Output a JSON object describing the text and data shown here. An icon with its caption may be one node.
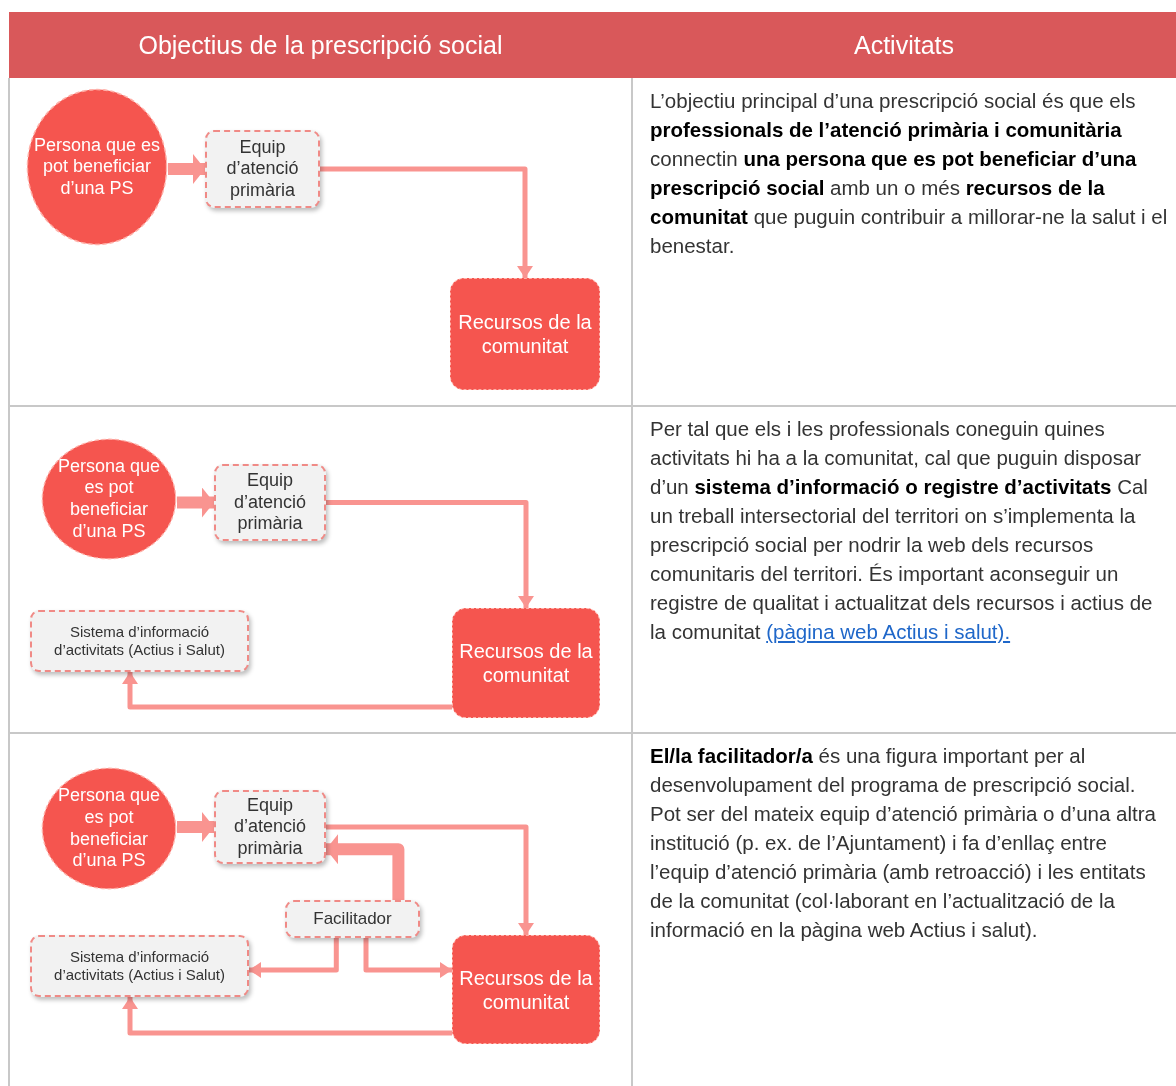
{
  "diagram": {
    "nodes": [
      {
        "text": [
          "Persona que es pot beneficiar d’una PS"
        ]
      },
      {
        "text": [
          "Equip d’atenció primària"
        ]
      },
      {
        "text": [
          "Recursos de la comunitat"
        ]
      },
      {
        "text": [
          "Persona que es pot beneficiar d’una PS"
        ]
      },
      {
        "text": [
          "Equip d’atenció primària"
        ]
      },
      {
        "text": [
          "Sistema d’informació d’activitats (Actius i Salut)"
        ]
      },
      {
        "text": [
          "Recursos de la comunitat"
        ]
      },
      {
        "text": [
          "Persona que es pot beneficiar d’una PS"
        ]
      },
      {
        "text": [
          "Equip d’atenció primària"
        ]
      },
      {
        "text": [
          "Facilitador"
        ]
      },
      {
        "text": [
          "Sistema d’informació d’activitats (Actius i Salut)"
        ]
      },
      {
        "text": [
          "Recursos de la comunitat"
        ]
      }
    ],
    "edges": [
      {
        "from": 0,
        "to": 1,
        "arrow": "to",
        "style": "thick"
      },
      {
        "from": 1,
        "to": 2,
        "arrow": "to"
      },
      {
        "from": 3,
        "to": 4,
        "arrow": "to",
        "style": "thick"
      },
      {
        "from": 4,
        "to": 6,
        "arrow": "to"
      },
      {
        "from": 6,
        "to": 5,
        "arrow": "to"
      },
      {
        "from": 7,
        "to": 8,
        "arrow": "to",
        "style": "thick"
      },
      {
        "from": 8,
        "to": 11,
        "arrow": "to"
      },
      {
        "from": 9,
        "to": 8,
        "arrow": "to",
        "style": "thick"
      },
      {
        "from": 9,
        "to": 10,
        "arrow": "to"
      },
      {
        "from": 9,
        "to": 11,
        "arrow": "to"
      },
      {
        "from": 11,
        "to": 10,
        "arrow": "to"
      }
    ],
    "labels": [
      "Objectius de la prescripció social",
      "Activitats",
      "L’objectiu principal d’una prescripció social és que els **professionals de l’atenció primària i comunitària** connectin **una persona que es pot beneficiar d’una prescripció social** amb un o més **recursos de la comunitat** que puguin contribuir a millorar-ne la salut i el benestar.",
      "Per tal que els i les professionals coneguin quines activitats hi ha a la comunitat, cal que puguin disposar d’un **sistema d’informació o registre d’activitats** Cal un treball intersectorial del territori on s’implementa la prescripció social per nodrir la web dels recursos comunitaris del territori. És important aconseguir un registre de qualitat i actualitzat dels recursos i actius de la comunitat",
      "(pàgina web Actius i salut).",
      "**El/la facilitador/a** és una figura important per al desenvolupament del programa de prescripció social. Pot ser del mateix equip d’atenció primària o d’una altra institució (p. ex. de l’Ajuntament) i fa d’enllaç entre l’equip d’atenció primària (amb retroacció) i les entitats de la comunitat (col·laborant en l’actualització de la informació en la pàgina web Actius i salut)."
    ]
  }
}
